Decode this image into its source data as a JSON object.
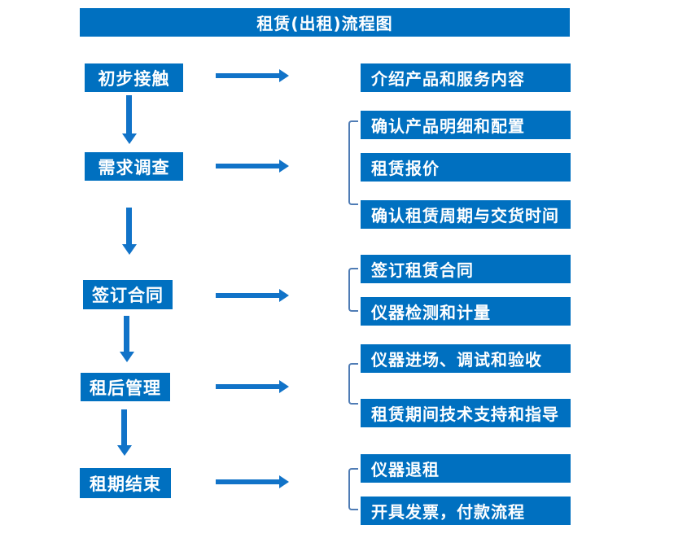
{
  "title": "租赁(出租)流程图",
  "colors": {
    "box_blue": "#0070c0",
    "arrow_blue": "#1173c8",
    "bracket_blue": "#4f7cb5",
    "text_white": "#ffffff",
    "background": "#ffffff"
  },
  "flow": {
    "stages": [
      {
        "label": "初步接触",
        "details": [
          "介绍产品和服务内容"
        ]
      },
      {
        "label": "需求调查",
        "details": [
          "确认产品明细和配置",
          "租赁报价",
          "确认租赁周期与交货时间"
        ]
      },
      {
        "label": "签订合同",
        "details": [
          "签订租赁合同",
          "仪器检测和计量"
        ]
      },
      {
        "label": "租后管理",
        "details": [
          "仪器进场、调试和验收",
          "租赁期间技术支持和指导"
        ]
      },
      {
        "label": "租期结束",
        "details": [
          "仪器退租",
          "开具发票，付款流程"
        ]
      }
    ]
  }
}
